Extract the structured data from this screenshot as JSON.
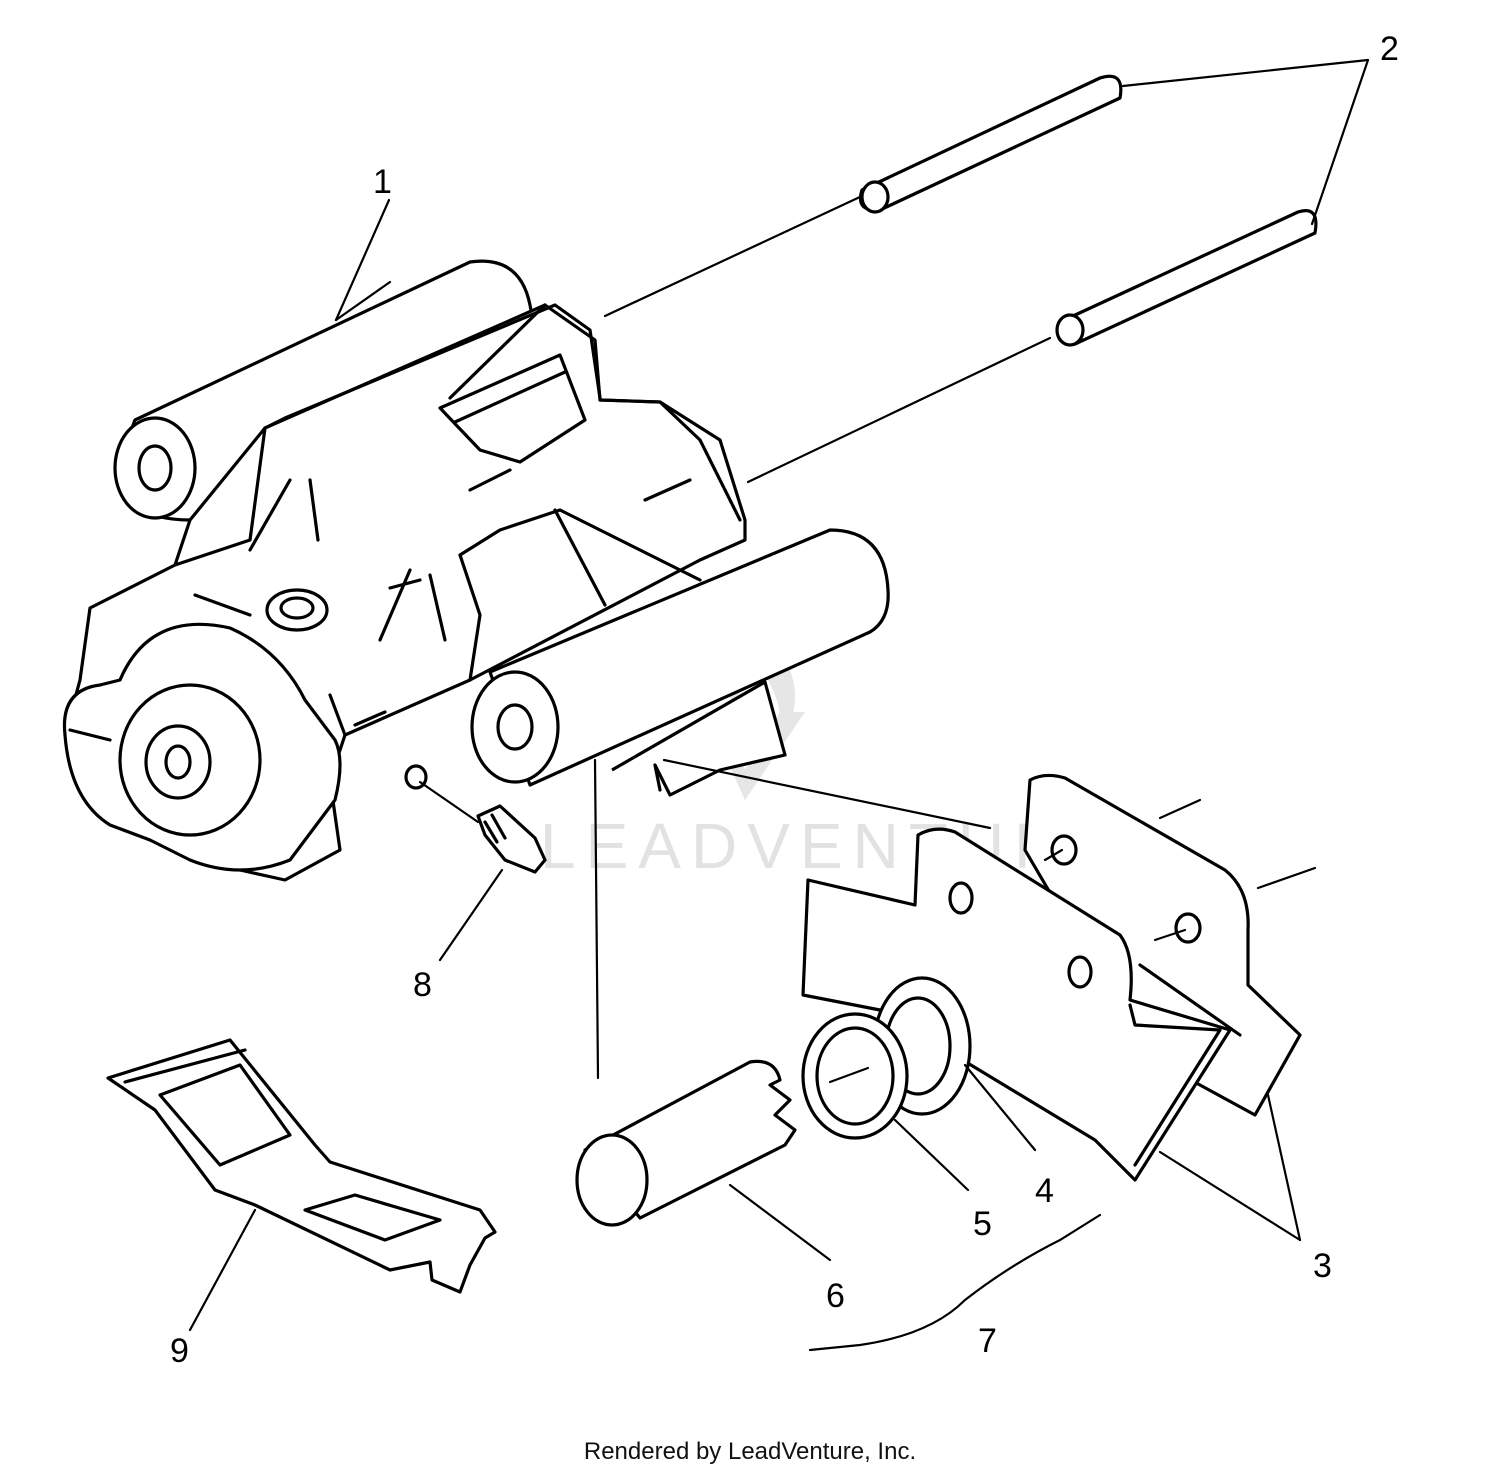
{
  "diagram": {
    "callouts": [
      "1",
      "2",
      "3",
      "4",
      "5",
      "6",
      "7",
      "8",
      "9"
    ],
    "watermark": "LEADVENTURE",
    "footer": "Rendered by LeadVenture, Inc."
  }
}
